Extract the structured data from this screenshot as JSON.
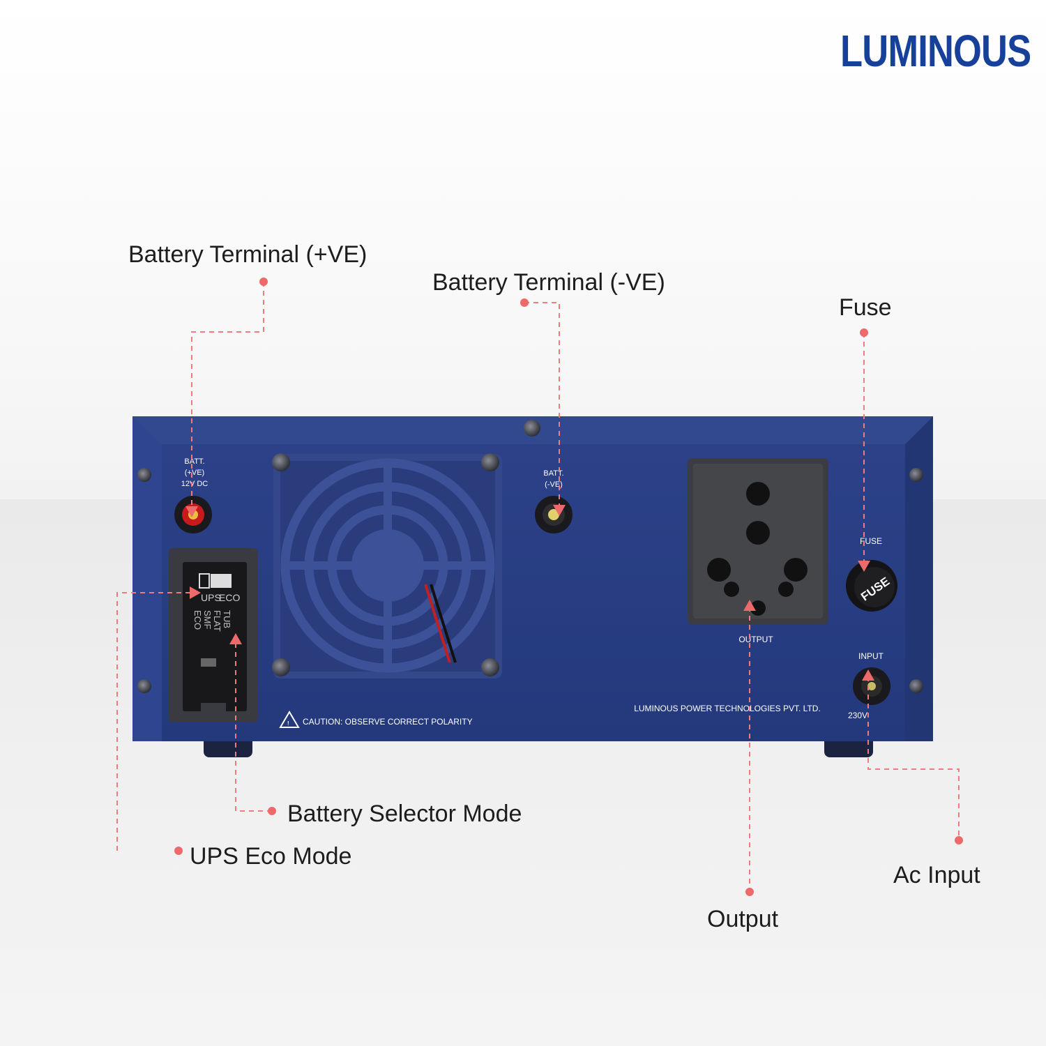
{
  "brand": {
    "name": "LUMINOUS",
    "color": "#16409a"
  },
  "callouts": {
    "battery_positive": "Battery Terminal (+VE)",
    "battery_negative": "Battery Terminal (-VE)",
    "fuse": "Fuse",
    "battery_selector": "Battery Selector Mode",
    "ups_eco": "UPS Eco Mode",
    "output": "Output",
    "ac_input": "Ac Input"
  },
  "panel_labels": {
    "batt_pos": [
      "BATT.",
      "(+VE)",
      "12V DC"
    ],
    "batt_neg": [
      "BATT.",
      "(-VE)"
    ],
    "fuse": "FUSE",
    "fuse_cap": "FUSE",
    "output": "OUTPUT",
    "input": "INPUT",
    "input_voltage": "230V",
    "caution": "CAUTION: OBSERVE CORRECT POLARITY",
    "manufacturer": "LUMINOUS POWER TECHNOLOGIES PVT. LTD.",
    "switch_ups": "UPS",
    "switch_eco": "ECO",
    "selector_options": [
      "TUB",
      "FLAT",
      "SMF",
      "ECO"
    ]
  },
  "colors": {
    "panel": "#283d82",
    "panel_edge": "#33498f",
    "callout_line": "#ef7b7b",
    "callout_dot": "#ee6a6a"
  }
}
